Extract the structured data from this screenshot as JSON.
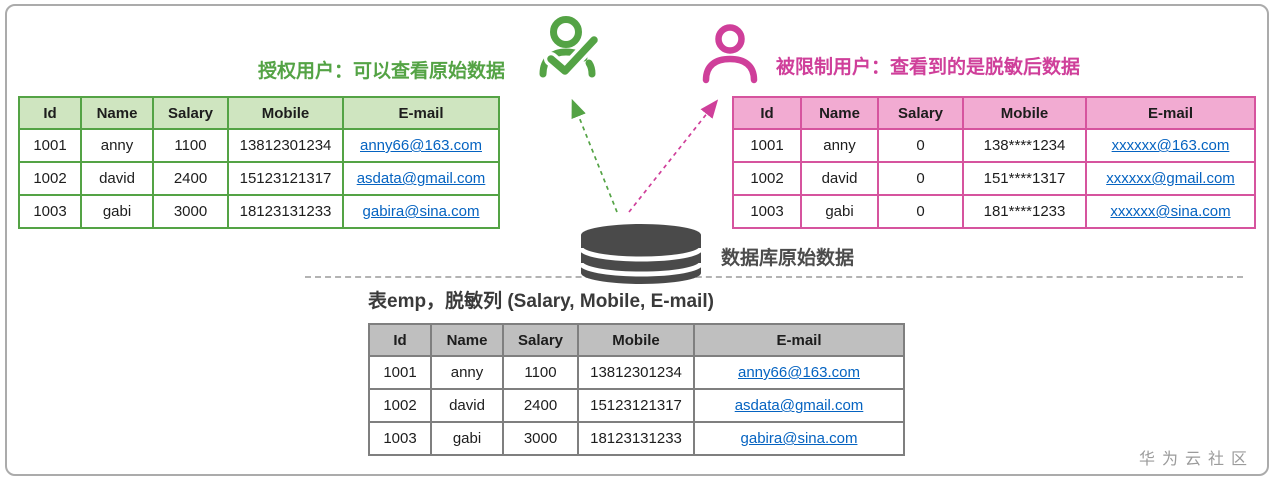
{
  "titles": {
    "authorized": "授权用户：可以查看原始数据",
    "restricted": "被限制用户：查看到的是脱敏后数据",
    "database_label": "数据库原始数据",
    "bottom_table": "表emp，脱敏列 (Salary, Mobile, E-mail)",
    "watermark": "华为云社区"
  },
  "colors": {
    "green_accent": "#54a345",
    "green_header_fill": "#cfe5c0",
    "pink_accent": "#d6549e",
    "pink_title": "#cf3f9a",
    "pink_header_fill": "#f2abd2",
    "gray_border": "#7f7f7f",
    "gray_header_fill": "#bfbfbf",
    "database_icon": "#4a4a4a",
    "link_blue": "#0563c1"
  },
  "icons": {
    "authorized_user": "user-check-icon",
    "restricted_user": "user-icon",
    "database": "database-icon"
  },
  "columns": [
    "Id",
    "Name",
    "Salary",
    "Mobile",
    "E-mail"
  ],
  "tables": {
    "authorized": {
      "rows": [
        [
          "1001",
          "anny",
          "1100",
          "13812301234",
          "anny66@163.com"
        ],
        [
          "1002",
          "david",
          "2400",
          "15123121317",
          "asdata@gmail.com"
        ],
        [
          "1003",
          "gabi",
          "3000",
          "18123131233",
          "gabira@sina.com"
        ]
      ]
    },
    "restricted": {
      "rows": [
        [
          "1001",
          "anny",
          "0",
          "138****1234",
          "xxxxxx@163.com"
        ],
        [
          "1002",
          "david",
          "0",
          "151****1317",
          "xxxxxx@gmail.com"
        ],
        [
          "1003",
          "gabi",
          "0",
          "181****1233",
          "xxxxxx@sina.com"
        ]
      ]
    },
    "original": {
      "rows": [
        [
          "1001",
          "anny",
          "1100",
          "13812301234",
          "anny66@163.com"
        ],
        [
          "1002",
          "david",
          "2400",
          "15123121317",
          "asdata@gmail.com"
        ],
        [
          "1003",
          "gabi",
          "3000",
          "18123131233",
          "gabira@sina.com"
        ]
      ]
    }
  }
}
